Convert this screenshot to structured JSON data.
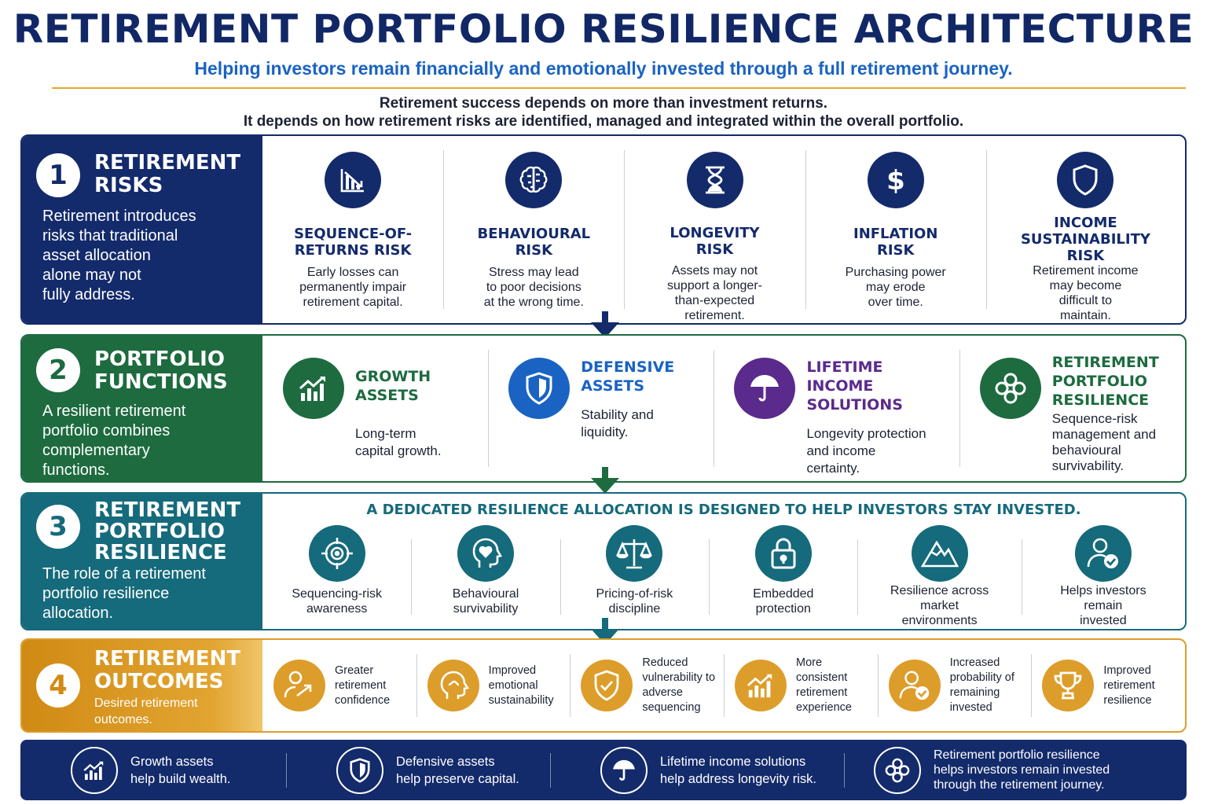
{
  "title": "RETIREMENT PORTFOLIO RESILIENCE ARCHITECTURE",
  "subtitle": "Helping investors remain financially and emotionally invested through a full retirement journey.",
  "intro": {
    "line1": "Retirement success depends on more than investment returns.",
    "line2": "It depends on how retirement risks are identified, managed and integrated within the overall portfolio."
  },
  "colors": {
    "navy": "#132a6b",
    "green": "#1d6b3f",
    "teal": "#156a7b",
    "gold": "#dd9d2a",
    "blue": "#1a63c2",
    "purple": "#5a2a8c"
  },
  "section1": {
    "number": "1",
    "title_l1": "RETIREMENT",
    "title_l2": "RISKS",
    "desc_lines": [
      "Retirement introduces",
      "risks that traditional",
      "asset allocation",
      "alone may not",
      "fully address."
    ],
    "items": [
      {
        "icon": "declining-chart-icon",
        "title": [
          "SEQUENCE-OF-",
          "RETURNS RISK"
        ],
        "desc": [
          "Early losses can",
          "permanently impair",
          "retirement capital."
        ]
      },
      {
        "icon": "brain-icon",
        "title": [
          "BEHAVIOURAL",
          "RISK"
        ],
        "desc": [
          "Stress may lead",
          "to poor decisions",
          "at the wrong time."
        ]
      },
      {
        "icon": "hourglass-icon",
        "title": [
          "LONGEVITY",
          "RISK"
        ],
        "desc": [
          "Assets may not",
          "support a longer-",
          "than-expected",
          "retirement."
        ]
      },
      {
        "icon": "dollar-icon",
        "title": [
          "INFLATION",
          "RISK"
        ],
        "desc": [
          "Purchasing power",
          "may erode",
          "over time."
        ]
      },
      {
        "icon": "shield-icon",
        "title": [
          "INCOME",
          "SUSTAINABILITY",
          "RISK"
        ],
        "desc": [
          "Retirement income",
          "may become",
          "difficult to",
          "maintain."
        ]
      }
    ]
  },
  "section2": {
    "number": "2",
    "title_l1": "PORTFOLIO",
    "title_l2": "FUNCTIONS",
    "desc_lines": [
      "A resilient retirement",
      "portfolio combines",
      "complementary",
      "functions."
    ],
    "items": [
      {
        "icon": "growth-chart-icon",
        "color": "#1d6b3f",
        "title": [
          "GROWTH ASSETS"
        ],
        "desc": [
          "Long-term",
          "capital growth."
        ]
      },
      {
        "icon": "shield-icon",
        "color": "#1a63c2",
        "title": [
          "DEFENSIVE",
          "ASSETS"
        ],
        "desc": [
          "Stability and",
          "liquidity."
        ]
      },
      {
        "icon": "umbrella-icon",
        "color": "#5a2a8c",
        "title": [
          "LIFETIME INCOME",
          "SOLUTIONS"
        ],
        "desc": [
          "Longevity protection",
          "and income",
          "certainty."
        ]
      },
      {
        "icon": "knot-icon",
        "color": "#1d6b3f",
        "title": [
          "RETIREMENT",
          "PORTFOLIO",
          "RESILIENCE"
        ],
        "desc": [
          "Sequence-risk",
          "management and",
          "behavioural",
          "survivability."
        ]
      }
    ]
  },
  "section3": {
    "number": "3",
    "title_l1": "RETIREMENT",
    "title_l2": "PORTFOLIO",
    "title_l3": "RESILIENCE",
    "desc_lines": [
      "The role of a retirement",
      "portfolio resilience",
      "allocation."
    ],
    "banner": "A DEDICATED RESILIENCE ALLOCATION IS DESIGNED TO HELP INVESTORS STAY INVESTED.",
    "items": [
      {
        "icon": "target-icon",
        "desc": [
          "Sequencing-risk",
          "awareness"
        ]
      },
      {
        "icon": "head-heart-icon",
        "desc": [
          "Behavioural",
          "survivability"
        ]
      },
      {
        "icon": "scales-icon",
        "desc": [
          "Pricing-of-risk",
          "discipline"
        ]
      },
      {
        "icon": "padlock-icon",
        "desc": [
          "Embedded",
          "protection"
        ]
      },
      {
        "icon": "mountain-icon",
        "desc": [
          "Resilience across",
          "market",
          "environments"
        ]
      },
      {
        "icon": "person-check-icon",
        "desc": [
          "Helps investors",
          "remain",
          "invested"
        ]
      }
    ]
  },
  "section4": {
    "number": "4",
    "title_l1": "RETIREMENT",
    "title_l2": "OUTCOMES",
    "desc_lines": [
      "Desired retirement",
      "outcomes."
    ],
    "items": [
      {
        "icon": "person-arrow-icon",
        "desc": [
          "Greater",
          "retirement",
          "confidence"
        ]
      },
      {
        "icon": "head-profile-icon",
        "desc": [
          "Improved",
          "emotional",
          "sustainability"
        ]
      },
      {
        "icon": "shield-check-icon",
        "desc": [
          "Reduced",
          "vulnerability to",
          "adverse",
          "sequencing"
        ]
      },
      {
        "icon": "growth-chart-icon",
        "desc": [
          "More consistent",
          "retirement",
          "experience"
        ]
      },
      {
        "icon": "person-check-icon",
        "desc": [
          "Increased",
          "probability of",
          "remaining",
          "invested"
        ]
      },
      {
        "icon": "trophy-icon",
        "desc": [
          "Improved",
          "retirement",
          "resilience"
        ]
      }
    ]
  },
  "footer": [
    {
      "icon": "growth-chart-icon",
      "lines": [
        "Growth assets",
        "help build wealth."
      ]
    },
    {
      "icon": "shield-icon",
      "lines": [
        "Defensive assets",
        "help preserve capital."
      ]
    },
    {
      "icon": "umbrella-icon",
      "lines": [
        "Lifetime income solutions",
        "help address longevity risk."
      ]
    },
    {
      "icon": "knot-icon",
      "lines": [
        "Retirement portfolio resilience",
        "helps investors remain invested",
        "through the retirement journey."
      ]
    }
  ]
}
